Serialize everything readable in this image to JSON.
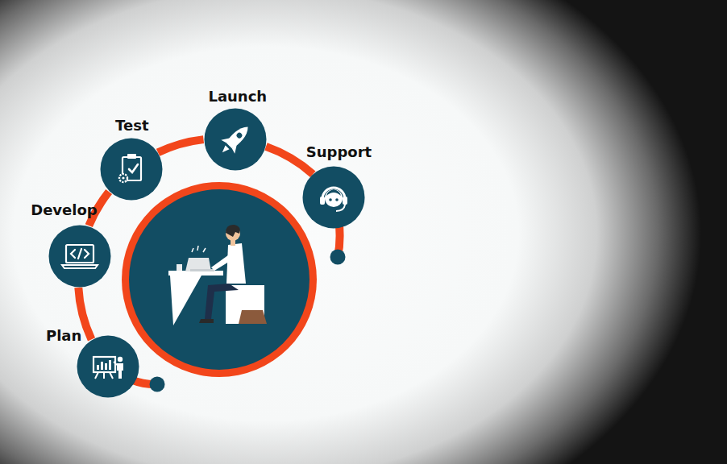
{
  "diagram": {
    "nodes": [
      {
        "text": [
          "Plan"
        ]
      },
      {
        "text": [
          "Develop"
        ]
      },
      {
        "text": [
          "Test"
        ]
      },
      {
        "text": [
          "Launch"
        ]
      },
      {
        "text": [
          "Support"
        ]
      }
    ],
    "edges": [
      {
        "from": 0,
        "to": 1,
        "arrow": "none"
      },
      {
        "from": 1,
        "to": 2,
        "arrow": "none"
      },
      {
        "from": 2,
        "to": 3,
        "arrow": "none"
      },
      {
        "from": 3,
        "to": 4,
        "arrow": "none"
      }
    ]
  }
}
